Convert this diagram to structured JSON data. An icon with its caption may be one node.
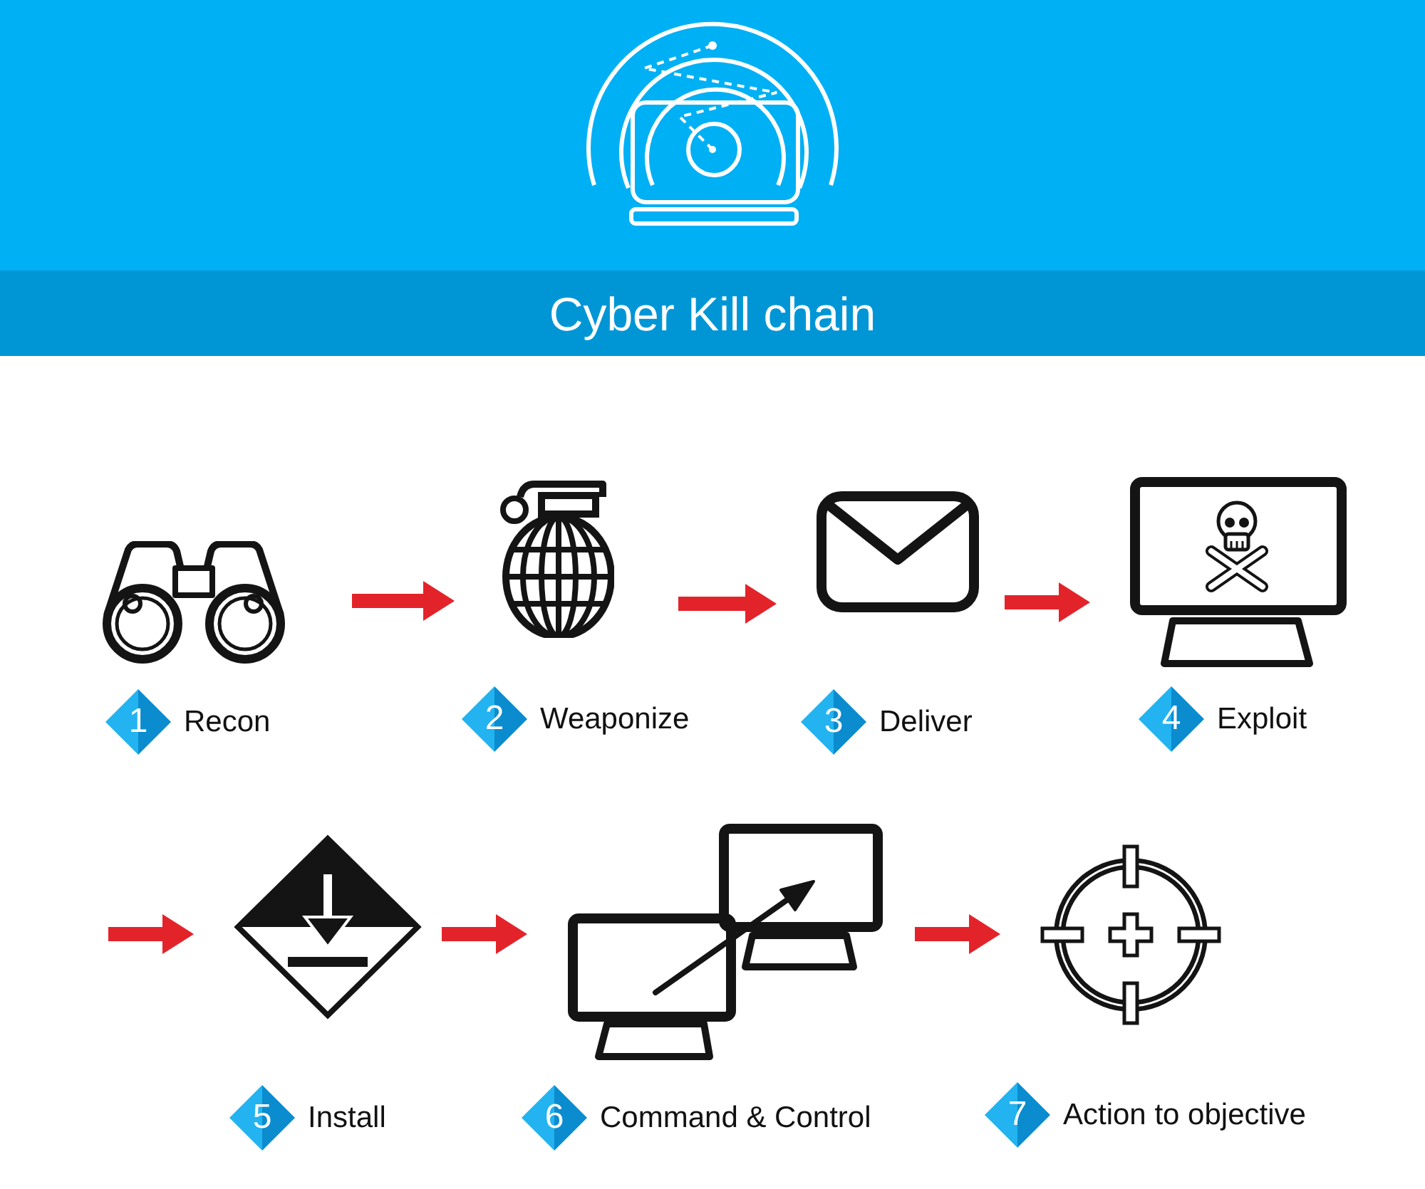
{
  "diagram": {
    "title": "Cyber Kill chain",
    "nodes": [
      {
        "text": [],
        "shape": "picture"
      },
      {
        "text": [
          "1"
        ],
        "beside": [
          "Recon"
        ]
      },
      {
        "text": [],
        "shape": "picture"
      },
      {
        "text": [
          "2"
        ],
        "beside": [
          "Weaponize"
        ]
      },
      {
        "text": [],
        "shape": "picture"
      },
      {
        "text": [
          "3"
        ],
        "beside": [
          "Deliver"
        ]
      },
      {
        "text": [],
        "shape": "picture"
      },
      {
        "text": [
          "4"
        ],
        "beside": [
          "Exploit"
        ]
      },
      {
        "text": [],
        "shape": "picture"
      },
      {
        "text": [
          "5"
        ],
        "beside": [
          "Install"
        ]
      },
      {
        "text": [],
        "shape": "picture"
      },
      {
        "text": [
          "6"
        ],
        "beside": [
          "Command & Control"
        ]
      },
      {
        "text": [],
        "shape": "picture"
      },
      {
        "text": [
          "7"
        ],
        "beside": [
          "Action to objective"
        ]
      }
    ],
    "edges": [
      {
        "from": 0,
        "to": 2,
        "arrow": "to"
      },
      {
        "from": 2,
        "to": 4,
        "arrow": "to"
      },
      {
        "from": 4,
        "to": 6,
        "arrow": "to"
      },
      {
        "from": null,
        "to": 8,
        "arrow": "to"
      },
      {
        "from": 8,
        "to": 10,
        "arrow": "to"
      },
      {
        "from": 10,
        "to": 12,
        "arrow": "to"
      }
    ]
  }
}
